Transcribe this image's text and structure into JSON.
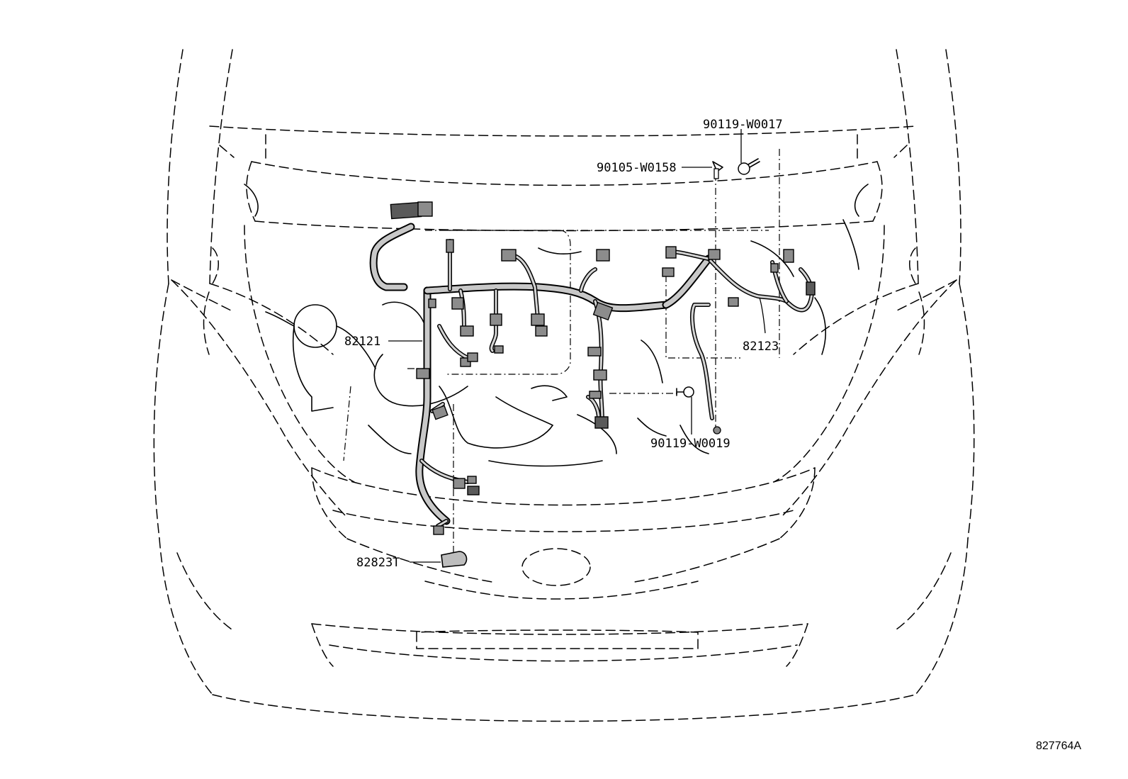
{
  "labels": {
    "part_82121": "82121",
    "part_82123": "82123",
    "part_82823T": "82823T",
    "bolt_90105": "90105-W0158",
    "bolt_90119_top": "90119-W0017",
    "bolt_90119_bottom": "90119-W0019"
  },
  "figure_ref": "827764A"
}
